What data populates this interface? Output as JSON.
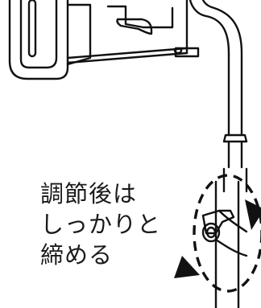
{
  "instruction": {
    "line1": "調節後は",
    "line2": "しっかりと",
    "line3": "締める"
  },
  "colors": {
    "line": "#111111",
    "background": "#ffffff"
  },
  "icons": {
    "device": "tablet-device",
    "clamp": "clamp-mount",
    "gooseneck": "flexible-gooseneck-arm",
    "pole": "stand-pole",
    "knob": "tightening-knob",
    "rotation": "rotation-arrow"
  }
}
